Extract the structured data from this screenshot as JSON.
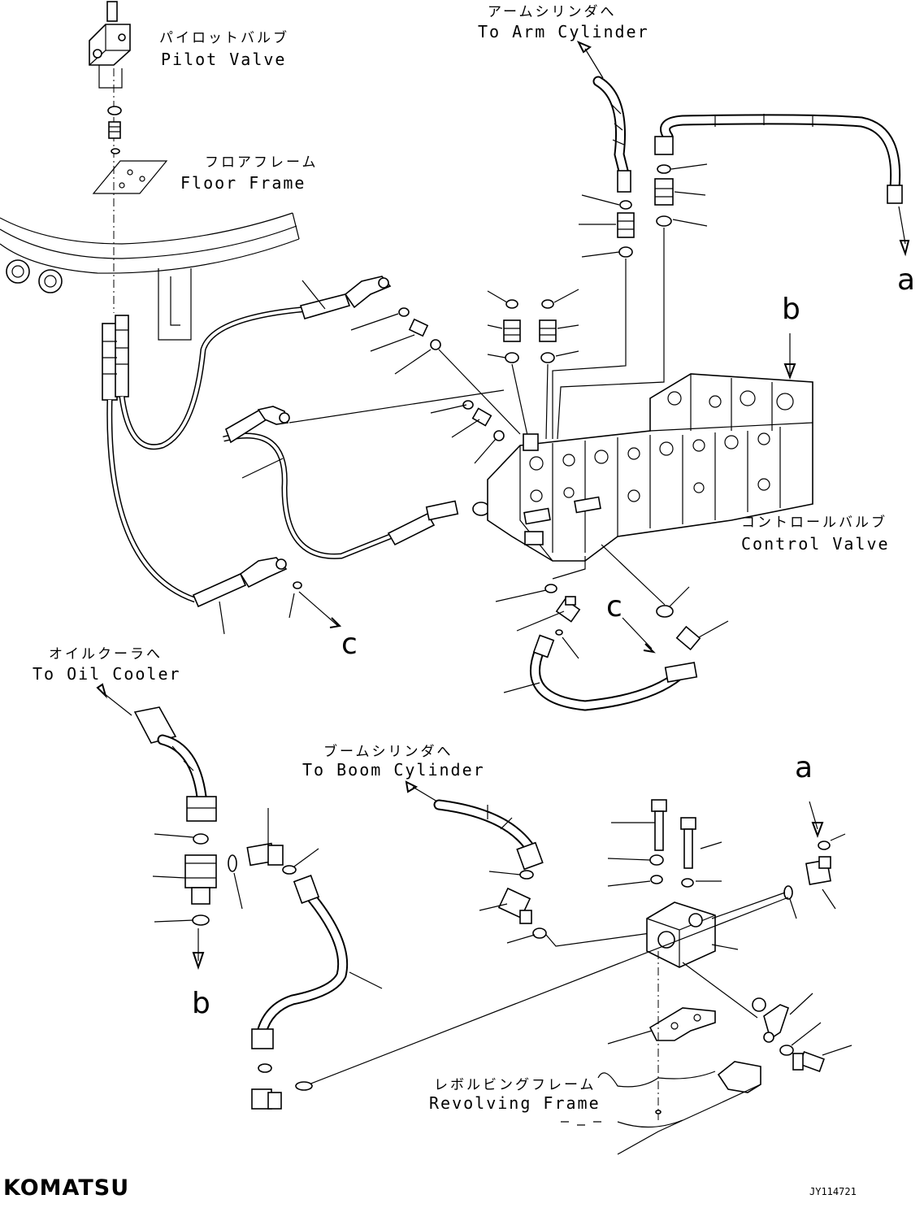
{
  "labels": {
    "pilot_valve_jp": "パイロットバルブ",
    "pilot_valve_en": "Pilot Valve",
    "floor_frame_jp": "フロアフレーム",
    "floor_frame_en": "Floor Frame",
    "arm_cylinder_jp": "アームシリンダへ",
    "arm_cylinder_en": "To Arm Cylinder",
    "control_valve_jp": "コントロールバルブ",
    "control_valve_en": "Control Valve",
    "oil_cooler_jp": "オイルクーラへ",
    "oil_cooler_en": "To Oil Cooler",
    "boom_cylinder_jp": "ブームシリンダへ",
    "boom_cylinder_en": "To Boom Cylinder",
    "revolving_frame_jp": "レボルビングフレーム",
    "revolving_frame_en": "Revolving Frame"
  },
  "refs": {
    "a_top": "a",
    "b_top": "b",
    "c_left": "c",
    "c_right": "c",
    "b_bottom": "b",
    "a_bottom": "a"
  },
  "footer": {
    "brand": "KOMATSU",
    "drawing_code": "JY114721"
  }
}
